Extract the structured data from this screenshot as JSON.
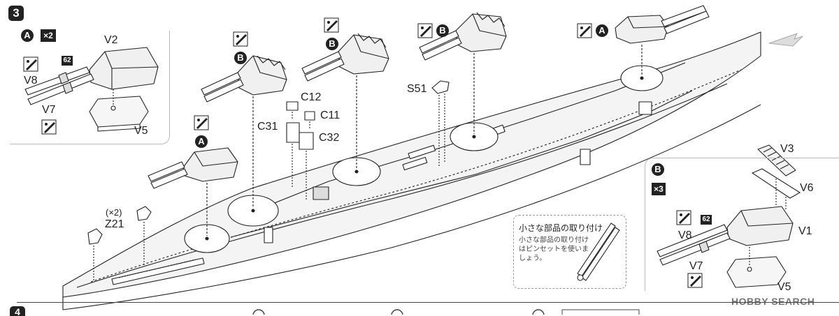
{
  "step": {
    "number": "3",
    "next_number": "4"
  },
  "panel_a": {
    "variant_letter": "A",
    "quantity": "×2",
    "parts": {
      "v2": "V2",
      "v8": "V8",
      "v7": "V7",
      "v5": "V5",
      "part_62": "62"
    }
  },
  "panel_b": {
    "variant_letter": "B",
    "quantity": "×3",
    "parts": {
      "v3": "V3",
      "v6": "V6",
      "v1": "V1",
      "v8": "V8",
      "v7": "V7",
      "v5": "V5",
      "part_62": "62"
    }
  },
  "ship": {
    "turret_letters": [
      "A",
      "B",
      "B",
      "B",
      "A"
    ],
    "parts": {
      "c12": "C12",
      "c11": "C11",
      "c31": "C31",
      "c32": "C32",
      "s51": "S51",
      "z21": "Z21",
      "z21_qty": "(×2)"
    }
  },
  "note": {
    "title": "小さな部品の取り付け",
    "text": "小さな部品の取り付けはピンセットを使いましょう。"
  },
  "watermark": "HOBBY SEARCH",
  "colors": {
    "ink": "#222222",
    "hull_fill": "#f4f4f4",
    "turret_fill": "#f0f0f0"
  }
}
